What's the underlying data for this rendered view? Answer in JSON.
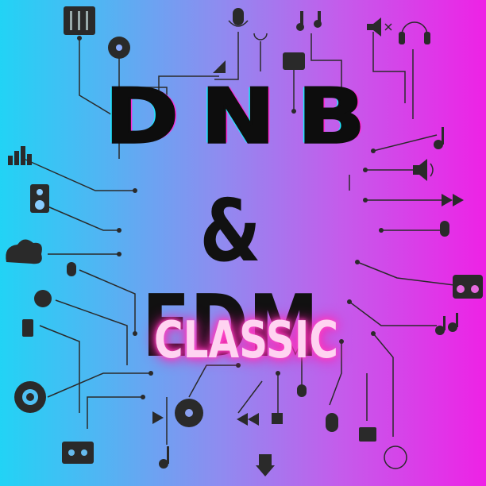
{
  "title": {
    "line1": "DNB",
    "line2": "& EDM",
    "line3": "CLASSIC"
  },
  "colors": {
    "gradient_left": "#22d3f5",
    "gradient_right": "#ee22e6",
    "icon_color": "#2a2a2a",
    "neon_pink": "#ff2ab8"
  },
  "icons": [
    "mixer-sliders-icon",
    "turntable-hand-icon",
    "microphone-icon",
    "repeat-icon",
    "music-note-icon",
    "mute-speaker-icon",
    "headphones-icon",
    "radio-icon",
    "eject-icon",
    "equalizer-icon",
    "speaker-box-icon",
    "cloud-music-icon",
    "music-notes-icon",
    "volume-icon",
    "fast-forward-icon",
    "microphone-icon",
    "boombox-icon",
    "vinyl-record-icon",
    "play-icon",
    "rewind-icon",
    "cassette-icon",
    "download-music-icon"
  ]
}
